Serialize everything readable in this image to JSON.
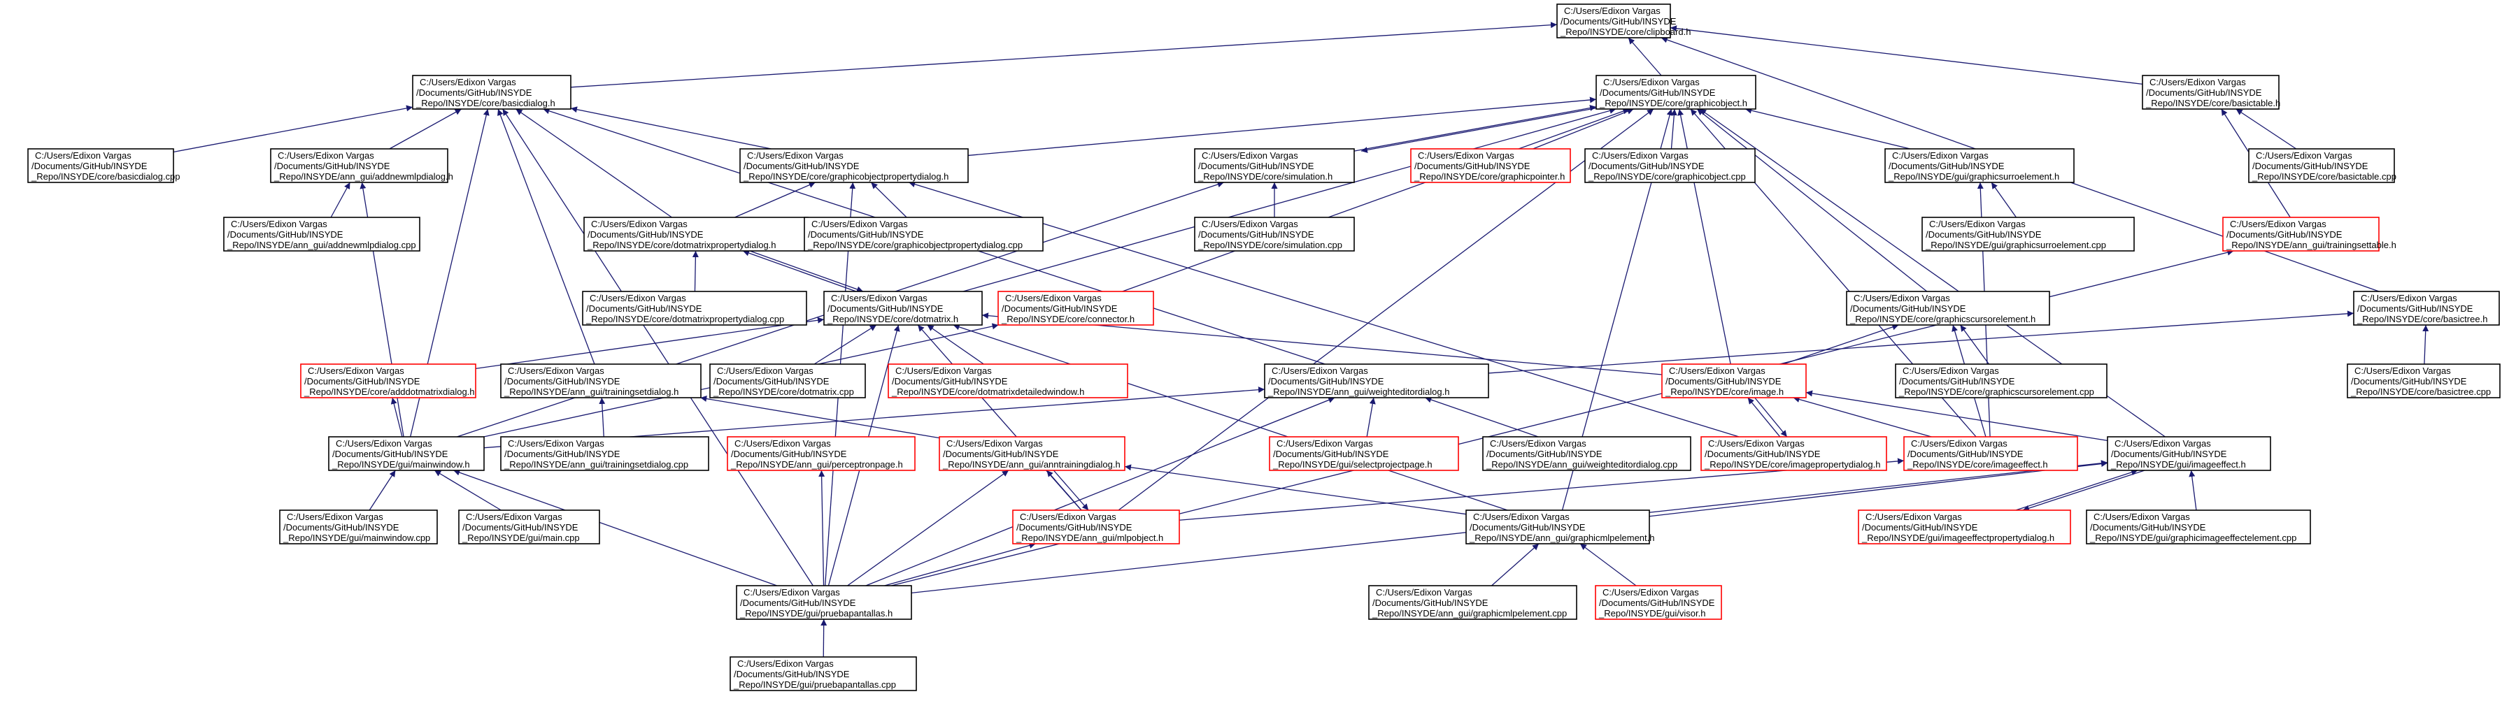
{
  "colors": {
    "edge": "#191970",
    "node_border": "#000000",
    "node_border_undocumented": "#ff0000",
    "root_fill": "#bfbfbf",
    "node_fill": "#ffffff"
  },
  "nodes": {
    "clipboard": {
      "lines": [
        "C:/Users/Edixon Vargas",
        "/Documents/GitHub/INSYDE",
        "_Repo/INSYDE/core/clipboard.h"
      ],
      "status": "root"
    },
    "basicdialog_h": {
      "lines": [
        "C:/Users/Edixon Vargas",
        "/Documents/GitHub/INSYDE",
        "_Repo/INSYDE/core/basicdialog.h"
      ],
      "status": "normal"
    },
    "graphicobject_h": {
      "lines": [
        "C:/Users/Edixon Vargas",
        "/Documents/GitHub/INSYDE",
        "_Repo/INSYDE/core/graphicobject.h"
      ],
      "status": "normal"
    },
    "basictable_h": {
      "lines": [
        "C:/Users/Edixon Vargas",
        "/Documents/GitHub/INSYDE",
        "_Repo/INSYDE/core/basictable.h"
      ],
      "status": "normal"
    },
    "basicdialog_cpp": {
      "lines": [
        "C:/Users/Edixon Vargas",
        "/Documents/GitHub/INSYDE",
        "_Repo/INSYDE/core/basicdialog.cpp"
      ],
      "status": "normal"
    },
    "addnewmlpdialog_h": {
      "lines": [
        "C:/Users/Edixon Vargas",
        "/Documents/GitHub/INSYDE",
        "_Repo/INSYDE/ann_gui/addnewmlpdialog.h"
      ],
      "status": "normal"
    },
    "graphicobjectpropertydialog_h": {
      "lines": [
        "C:/Users/Edixon Vargas",
        "/Documents/GitHub/INSYDE",
        "_Repo/INSYDE/core/graphicobjectpropertydialog.h"
      ],
      "status": "normal"
    },
    "simulation_h": {
      "lines": [
        "C:/Users/Edixon Vargas",
        "/Documents/GitHub/INSYDE",
        "_Repo/INSYDE/core/simulation.h"
      ],
      "status": "normal"
    },
    "graphicpointer_h": {
      "lines": [
        "C:/Users/Edixon Vargas",
        "/Documents/GitHub/INSYDE",
        "_Repo/INSYDE/core/graphicpointer.h"
      ],
      "status": "undocumented"
    },
    "graphicobject_cpp": {
      "lines": [
        "C:/Users/Edixon Vargas",
        "/Documents/GitHub/INSYDE",
        "_Repo/INSYDE/core/graphicobject.cpp"
      ],
      "status": "normal"
    },
    "graphicsurroelement_h": {
      "lines": [
        "C:/Users/Edixon Vargas",
        "/Documents/GitHub/INSYDE",
        "_Repo/INSYDE/gui/graphicsurroelement.h"
      ],
      "status": "normal"
    },
    "basictable_cpp": {
      "lines": [
        "C:/Users/Edixon Vargas",
        "/Documents/GitHub/INSYDE",
        "_Repo/INSYDE/core/basictable.cpp"
      ],
      "status": "normal"
    },
    "addnewmlpdialog_cpp": {
      "lines": [
        "C:/Users/Edixon Vargas",
        "/Documents/GitHub/INSYDE",
        "_Repo/INSYDE/ann_gui/addnewmlpdialog.cpp"
      ],
      "status": "normal"
    },
    "dotmatrixpropertydialog_h": {
      "lines": [
        "C:/Users/Edixon Vargas",
        "/Documents/GitHub/INSYDE",
        "_Repo/INSYDE/core/dotmatrixpropertydialog.h"
      ],
      "status": "normal"
    },
    "graphicobjectpropertydialog_cpp": {
      "lines": [
        "C:/Users/Edixon Vargas",
        "/Documents/GitHub/INSYDE",
        "_Repo/INSYDE/core/graphicobjectpropertydialog.cpp"
      ],
      "status": "normal"
    },
    "simulation_cpp": {
      "lines": [
        "C:/Users/Edixon Vargas",
        "/Documents/GitHub/INSYDE",
        "_Repo/INSYDE/core/simulation.cpp"
      ],
      "status": "normal"
    },
    "graphicsurroelement_cpp": {
      "lines": [
        "C:/Users/Edixon Vargas",
        "/Documents/GitHub/INSYDE",
        "_Repo/INSYDE/gui/graphicsurroelement.cpp"
      ],
      "status": "normal"
    },
    "trainingsettable_h": {
      "lines": [
        "C:/Users/Edixon Vargas",
        "/Documents/GitHub/INSYDE",
        "_Repo/INSYDE/ann_gui/trainingsettable.h"
      ],
      "status": "undocumented"
    },
    "dotmatrixpropertydialog_cpp": {
      "lines": [
        "C:/Users/Edixon Vargas",
        "/Documents/GitHub/INSYDE",
        "_Repo/INSYDE/core/dotmatrixpropertydialog.cpp"
      ],
      "status": "normal"
    },
    "dotmatrix_h": {
      "lines": [
        "C:/Users/Edixon Vargas",
        "/Documents/GitHub/INSYDE",
        "_Repo/INSYDE/core/dotmatrix.h"
      ],
      "status": "normal"
    },
    "connector_h": {
      "lines": [
        "C:/Users/Edixon Vargas",
        "/Documents/GitHub/INSYDE",
        "_Repo/INSYDE/core/connector.h"
      ],
      "status": "undocumented"
    },
    "graphicscursorelement_h": {
      "lines": [
        "C:/Users/Edixon Vargas",
        "/Documents/GitHub/INSYDE",
        "_Repo/INSYDE/core/graphicscursorelement.h"
      ],
      "status": "normal"
    },
    "basictree_h": {
      "lines": [
        "C:/Users/Edixon Vargas",
        "/Documents/GitHub/INSYDE",
        "_Repo/INSYDE/core/basictree.h"
      ],
      "status": "normal"
    },
    "adddotmatrixdialog_h": {
      "lines": [
        "C:/Users/Edixon Vargas",
        "/Documents/GitHub/INSYDE",
        "_Repo/INSYDE/core/adddotmatrixdialog.h"
      ],
      "status": "undocumented"
    },
    "trainingsetdialog_h": {
      "lines": [
        "C:/Users/Edixon Vargas",
        "/Documents/GitHub/INSYDE",
        "_Repo/INSYDE/ann_gui/trainingsetdialog.h"
      ],
      "status": "normal"
    },
    "dotmatrix_cpp": {
      "lines": [
        "C:/Users/Edixon Vargas",
        "/Documents/GitHub/INSYDE",
        "_Repo/INSYDE/core/dotmatrix.cpp"
      ],
      "status": "normal"
    },
    "dotmatrixdetailedwindow_h": {
      "lines": [
        "C:/Users/Edixon Vargas",
        "/Documents/GitHub/INSYDE",
        "_Repo/INSYDE/core/dotmatrixdetailedwindow.h"
      ],
      "status": "undocumented"
    },
    "weighteditordialog_h": {
      "lines": [
        "C:/Users/Edixon Vargas",
        "/Documents/GitHub/INSYDE",
        "_Repo/INSYDE/ann_gui/weighteditordialog.h"
      ],
      "status": "normal"
    },
    "image_h": {
      "lines": [
        "C:/Users/Edixon Vargas",
        "/Documents/GitHub/INSYDE",
        "_Repo/INSYDE/core/image.h"
      ],
      "status": "undocumented"
    },
    "graphicscursorelement_cpp": {
      "lines": [
        "C:/Users/Edixon Vargas",
        "/Documents/GitHub/INSYDE",
        "_Repo/INSYDE/core/graphicscursorelement.cpp"
      ],
      "status": "normal"
    },
    "basictree_cpp": {
      "lines": [
        "C:/Users/Edixon Vargas",
        "/Documents/GitHub/INSYDE",
        "_Repo/INSYDE/core/basictree.cpp"
      ],
      "status": "normal"
    },
    "mainwindow_h": {
      "lines": [
        "C:/Users/Edixon Vargas",
        "/Documents/GitHub/INSYDE",
        "_Repo/INSYDE/gui/mainwindow.h"
      ],
      "status": "normal"
    },
    "trainingsetdialog_cpp": {
      "lines": [
        "C:/Users/Edixon Vargas",
        "/Documents/GitHub/INSYDE",
        "_Repo/INSYDE/ann_gui/trainingsetdialog.cpp"
      ],
      "status": "normal"
    },
    "perceptronpage_h": {
      "lines": [
        "C:/Users/Edixon Vargas",
        "/Documents/GitHub/INSYDE",
        "_Repo/INSYDE/ann_gui/perceptronpage.h"
      ],
      "status": "undocumented"
    },
    "anntrainingdialog_h": {
      "lines": [
        "C:/Users/Edixon Vargas",
        "/Documents/GitHub/INSYDE",
        "_Repo/INSYDE/ann_gui/anntrainingdialog.h"
      ],
      "status": "undocumented"
    },
    "selectprojectpage_h": {
      "lines": [
        "C:/Users/Edixon Vargas",
        "/Documents/GitHub/INSYDE",
        "_Repo/INSYDE/gui/selectprojectpage.h"
      ],
      "status": "undocumented"
    },
    "weighteditordialog_cpp": {
      "lines": [
        "C:/Users/Edixon Vargas",
        "/Documents/GitHub/INSYDE",
        "_Repo/INSYDE/ann_gui/weighteditordialog.cpp"
      ],
      "status": "normal"
    },
    "imagepropertydialog_h": {
      "lines": [
        "C:/Users/Edixon Vargas",
        "/Documents/GitHub/INSYDE",
        "_Repo/INSYDE/core/imagepropertydialog.h"
      ],
      "status": "undocumented"
    },
    "imageeffect_core_h": {
      "lines": [
        "C:/Users/Edixon Vargas",
        "/Documents/GitHub/INSYDE",
        "_Repo/INSYDE/core/imageeffect.h"
      ],
      "status": "undocumented"
    },
    "imageeffect_gui_h": {
      "lines": [
        "C:/Users/Edixon Vargas",
        "/Documents/GitHub/INSYDE",
        "_Repo/INSYDE/gui/imageeffect.h"
      ],
      "status": "normal"
    },
    "mainwindow_cpp": {
      "lines": [
        "C:/Users/Edixon Vargas",
        "/Documents/GitHub/INSYDE",
        "_Repo/INSYDE/gui/mainwindow.cpp"
      ],
      "status": "normal"
    },
    "main_cpp": {
      "lines": [
        "C:/Users/Edixon Vargas",
        "/Documents/GitHub/INSYDE",
        "_Repo/INSYDE/gui/main.cpp"
      ],
      "status": "normal"
    },
    "mlpobject_h": {
      "lines": [
        "C:/Users/Edixon Vargas",
        "/Documents/GitHub/INSYDE",
        "_Repo/INSYDE/ann_gui/mlpobject.h"
      ],
      "status": "undocumented"
    },
    "graphicmlpelement_h": {
      "lines": [
        "C:/Users/Edixon Vargas",
        "/Documents/GitHub/INSYDE",
        "_Repo/INSYDE/ann_gui/graphicmlpelement.h"
      ],
      "status": "normal"
    },
    "imageeffectpropertydialog_h": {
      "lines": [
        "C:/Users/Edixon Vargas",
        "/Documents/GitHub/INSYDE",
        "_Repo/INSYDE/gui/imageeffectpropertydialog.h"
      ],
      "status": "undocumented"
    },
    "graphicimageeffectelement_cpp": {
      "lines": [
        "C:/Users/Edixon Vargas",
        "/Documents/GitHub/INSYDE",
        "_Repo/INSYDE/gui/graphicimageeffectelement.cpp"
      ],
      "status": "normal"
    },
    "pruebapantallas_h": {
      "lines": [
        "C:/Users/Edixon Vargas",
        "/Documents/GitHub/INSYDE",
        "_Repo/INSYDE/gui/pruebapantallas.h"
      ],
      "status": "normal"
    },
    "graphicmlpelement_cpp": {
      "lines": [
        "C:/Users/Edixon Vargas",
        "/Documents/GitHub/INSYDE",
        "_Repo/INSYDE/ann_gui/graphicmlpelement.cpp"
      ],
      "status": "normal"
    },
    "visor_h": {
      "lines": [
        "C:/Users/Edixon Vargas",
        "/Documents/GitHub/INSYDE",
        "_Repo/INSYDE/gui/visor.h"
      ],
      "status": "undocumented"
    },
    "pruebapantallas_cpp": {
      "lines": [
        "C:/Users/Edixon Vargas",
        "/Documents/GitHub/INSYDE",
        "_Repo/INSYDE/gui/pruebapantallas.cpp"
      ],
      "status": "normal"
    }
  },
  "edges": [
    [
      "basicdialog_h",
      "clipboard"
    ],
    [
      "graphicobject_h",
      "clipboard"
    ],
    [
      "basictable_h",
      "clipboard"
    ],
    [
      "basictree_h",
      "clipboard"
    ],
    [
      "basicdialog_cpp",
      "basicdialog_h"
    ],
    [
      "addnewmlpdialog_h",
      "basicdialog_h"
    ],
    [
      "graphicobjectpropertydialog_h",
      "basicdialog_h"
    ],
    [
      "dotmatrixpropertydialog_h",
      "basicdialog_h"
    ],
    [
      "trainingsetdialog_h",
      "basicdialog_h"
    ],
    [
      "mainwindow_h",
      "basicdialog_h"
    ],
    [
      "pruebapantallas_h",
      "basicdialog_h"
    ],
    [
      "weighteditordialog_h",
      "basicdialog_h"
    ],
    [
      "addnewmlpdialog_cpp",
      "addnewmlpdialog_h"
    ],
    [
      "mainwindow_h",
      "addnewmlpdialog_h"
    ],
    [
      "graphicobjectpropertydialog_h",
      "graphicobject_h"
    ],
    [
      "simulation_h",
      "graphicobject_h"
    ],
    [
      "graphicpointer_h",
      "graphicobject_h"
    ],
    [
      "graphicobject_cpp",
      "graphicobject_h"
    ],
    [
      "graphicsurroelement_h",
      "graphicobject_h"
    ],
    [
      "dotmatrix_h",
      "graphicobject_h"
    ],
    [
      "connector_h",
      "graphicobject_h"
    ],
    [
      "graphicscursorelement_h",
      "graphicobject_h"
    ],
    [
      "image_h",
      "graphicobject_h"
    ],
    [
      "imageeffect_core_h",
      "graphicobject_h"
    ],
    [
      "imageeffect_gui_h",
      "graphicobject_h"
    ],
    [
      "mlpobject_h",
      "graphicobject_h"
    ],
    [
      "graphicmlpelement_h",
      "graphicobject_h"
    ],
    [
      "graphicobject_h",
      "simulation_h"
    ],
    [
      "graphicobjectpropertydialog_cpp",
      "graphicobjectpropertydialog_h"
    ],
    [
      "dotmatrixpropertydialog_h",
      "graphicobjectpropertydialog_h"
    ],
    [
      "pruebapantallas_h",
      "graphicobjectpropertydialog_h"
    ],
    [
      "imagepropertydialog_h",
      "graphicobjectpropertydialog_h"
    ],
    [
      "simulation_cpp",
      "simulation_h"
    ],
    [
      "mainwindow_h",
      "simulation_h"
    ],
    [
      "graphicsurroelement_cpp",
      "graphicsurroelement_h"
    ],
    [
      "imageeffect_core_h",
      "graphicsurroelement_h"
    ],
    [
      "basictable_cpp",
      "basictable_h"
    ],
    [
      "trainingsettable_h",
      "basictable_h"
    ],
    [
      "pruebapantallas_h",
      "trainingsettable_h"
    ],
    [
      "dotmatrixpropertydialog_cpp",
      "dotmatrixpropertydialog_h"
    ],
    [
      "dotmatrix_h",
      "dotmatrixpropertydialog_h"
    ],
    [
      "dotmatrixpropertydialog_h",
      "dotmatrix_h"
    ],
    [
      "adddotmatrixdialog_h",
      "dotmatrix_h"
    ],
    [
      "dotmatrix_cpp",
      "dotmatrix_h"
    ],
    [
      "dotmatrixdetailedwindow_h",
      "dotmatrix_h"
    ],
    [
      "mlpobject_h",
      "dotmatrix_h"
    ],
    [
      "graphicmlpelement_h",
      "dotmatrix_h"
    ],
    [
      "pruebapantallas_h",
      "dotmatrix_h"
    ],
    [
      "image_h",
      "dotmatrix_h"
    ],
    [
      "mainwindow_h",
      "connector_h"
    ],
    [
      "image_h",
      "graphicscursorelement_h"
    ],
    [
      "imageeffect_core_h",
      "graphicscursorelement_h"
    ],
    [
      "graphicscursorelement_cpp",
      "graphicscursorelement_h"
    ],
    [
      "weighteditordialog_h",
      "basictree_h"
    ],
    [
      "basictree_cpp",
      "basictree_h"
    ],
    [
      "mainwindow_h",
      "adddotmatrixdialog_h"
    ],
    [
      "trainingsetdialog_cpp",
      "trainingsetdialog_h"
    ],
    [
      "anntrainingdialog_h",
      "trainingsetdialog_h"
    ],
    [
      "mainwindow_h",
      "weighteditordialog_h"
    ],
    [
      "selectprojectpage_h",
      "weighteditordialog_h"
    ],
    [
      "weighteditordialog_cpp",
      "weighteditordialog_h"
    ],
    [
      "pruebapantallas_h",
      "weighteditordialog_h"
    ],
    [
      "imagepropertydialog_h",
      "image_h"
    ],
    [
      "image_h",
      "imagepropertydialog_h"
    ],
    [
      "imageeffect_core_h",
      "image_h"
    ],
    [
      "imageeffect_gui_h",
      "image_h"
    ],
    [
      "mainwindow_cpp",
      "mainwindow_h"
    ],
    [
      "main_cpp",
      "mainwindow_h"
    ],
    [
      "pruebapantallas_h",
      "mainwindow_h"
    ],
    [
      "pruebapantallas_h",
      "perceptronpage_h"
    ],
    [
      "mlpobject_h",
      "anntrainingdialog_h"
    ],
    [
      "anntrainingdialog_h",
      "mlpobject_h"
    ],
    [
      "pruebapantallas_h",
      "anntrainingdialog_h"
    ],
    [
      "graphicmlpelement_h",
      "anntrainingdialog_h"
    ],
    [
      "mlpobject_h",
      "imageeffect_core_h"
    ],
    [
      "graphicmlpelement_h",
      "imageeffect_gui_h"
    ],
    [
      "imageeffectpropertydialog_h",
      "imageeffect_gui_h"
    ],
    [
      "imageeffect_gui_h",
      "imageeffectpropertydialog_h"
    ],
    [
      "graphicimageeffectelement_cpp",
      "imageeffect_gui_h"
    ],
    [
      "pruebapantallas_h",
      "imageeffect_gui_h"
    ],
    [
      "pruebapantallas_h",
      "mlpobject_h"
    ],
    [
      "graphicmlpelement_cpp",
      "graphicmlpelement_h"
    ],
    [
      "visor_h",
      "graphicmlpelement_h"
    ],
    [
      "pruebapantallas_cpp",
      "pruebapantallas_h"
    ]
  ]
}
